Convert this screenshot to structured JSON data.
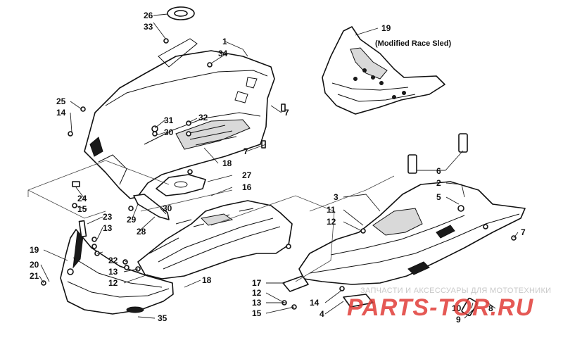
{
  "diagram": {
    "modified_race_sled_label": "(Modified Race Sled)",
    "callouts": {
      "c1": "1",
      "c2": "2",
      "c3": "3",
      "c4": "4",
      "c5": "5",
      "c6": "6",
      "c7a": "7",
      "c7b": "7",
      "c7c": "7",
      "c8": "8",
      "c9": "9",
      "c10": "10",
      "c11": "11",
      "c12a": "12",
      "c12b": "12",
      "c12c": "12",
      "c13a": "13",
      "c13b": "13",
      "c13c": "13",
      "c14a": "14",
      "c14b": "14",
      "c15a": "15",
      "c15b": "15",
      "c16": "16",
      "c17": "17",
      "c18a": "18",
      "c18b": "18",
      "c19a": "19",
      "c19b": "19",
      "c20": "20",
      "c21": "21",
      "c22": "22",
      "c23": "23",
      "c24": "24",
      "c25": "25",
      "c26": "26",
      "c27": "27",
      "c28": "28",
      "c29": "29",
      "c30a": "30",
      "c30b": "30",
      "c31": "31",
      "c32": "32",
      "c33": "33",
      "c34": "34",
      "c35": "35"
    }
  },
  "watermark": {
    "tagline": "ЗАПЧАСТИ И АКСЕССУАРЫ ДЛЯ МОТОТЕХНИКИ",
    "logo": "PARTS-TOR.RU"
  }
}
